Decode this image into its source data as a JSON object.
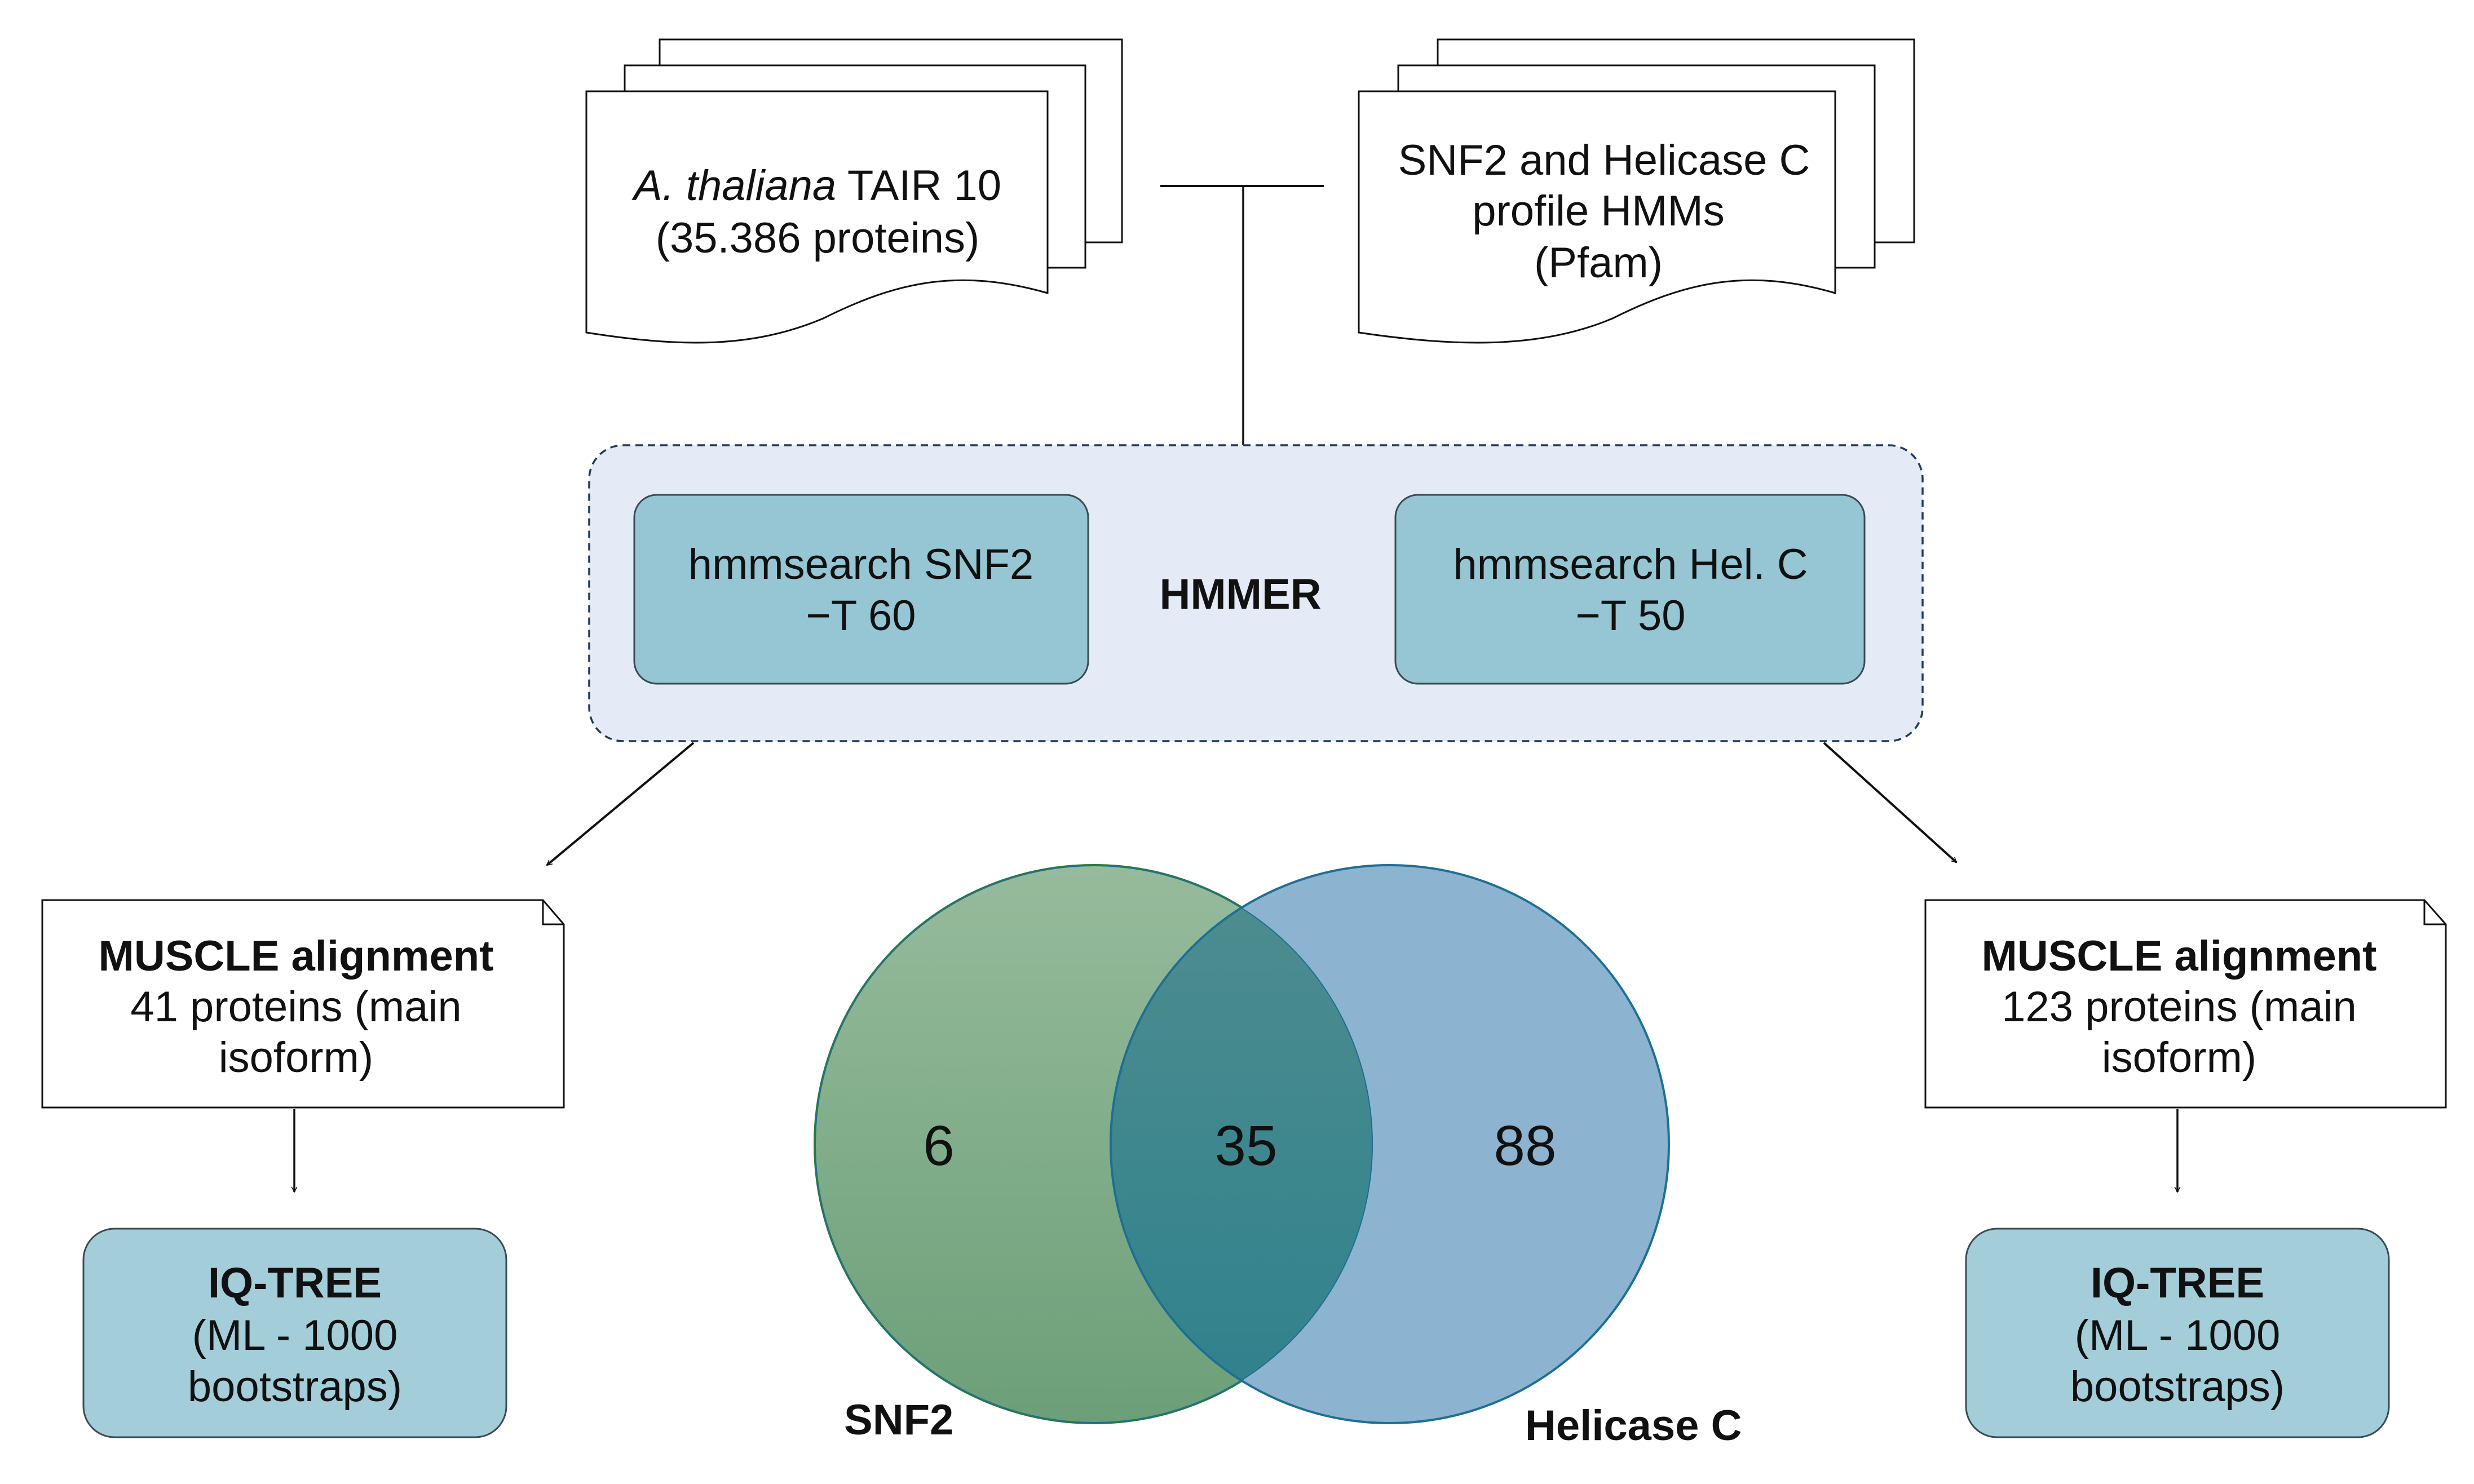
{
  "inputs": {
    "tair": {
      "italic": "A. thaliana",
      "rest": " TAIR 10",
      "line2": "(35.386 proteins)"
    },
    "pfam": {
      "line1": "SNF2 and Helicase C",
      "line2": "profile HMMs",
      "line3": "(Pfam)"
    }
  },
  "hmmer": {
    "label": "HMMER",
    "snf2": {
      "line1": "hmmsearch SNF2",
      "line2": "−T 60"
    },
    "helc": {
      "line1": "hmmsearch Hel. C",
      "line2": "−T 50"
    }
  },
  "left_branch": {
    "muscle": {
      "title": "MUSCLE alignment",
      "line2": "41 proteins (main",
      "line3": "isoform)"
    },
    "iqtree": {
      "title": "IQ-TREE",
      "line2": "(ML - 1000",
      "line3": "bootstraps)"
    }
  },
  "right_branch": {
    "muscle": {
      "title": "MUSCLE alignment",
      "line2": "123 proteins (main",
      "line3": "isoform)"
    },
    "iqtree": {
      "title": "IQ-TREE",
      "line2": "(ML - 1000",
      "line3": "bootstraps)"
    }
  },
  "venn": {
    "snf2_only": "6",
    "overlap": "35",
    "helicase_only": "88",
    "snf2_label": "SNF2",
    "helicase_label": "Helicase C"
  },
  "colors": {
    "teal_box": "#96c5d4",
    "hmmer_bg": "#e4ebf7",
    "venn_green": "#7daa86",
    "venn_blue": "#8bb2cd",
    "venn_overlap": "#3f8c96"
  }
}
